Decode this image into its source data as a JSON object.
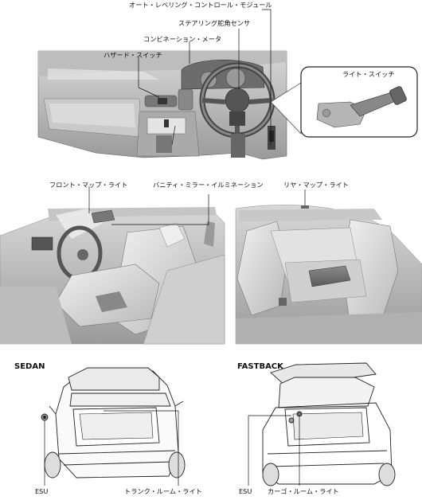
{
  "top_labels": {
    "auto_leveling": "オート・レベリング・コントロール・モジュール",
    "steering_sensor": "ステアリング舵角センサ",
    "combination_meter": "コンビネーション・メータ",
    "hazard_switch": "ハザード・スイッチ",
    "light_switch": "ライト・スイッチ"
  },
  "middle_labels": {
    "front_map_light": "フロント・マップ・ライト",
    "vanity_mirror": "バニティ・ミラー・イルミネーション",
    "rear_map_light": "リヤ・マップ・ライト"
  },
  "sedan": {
    "title": "SEDAN",
    "esu": "ESU",
    "room_light": "トランク・ルーム・ライト"
  },
  "fastback": {
    "title": "FASTBACK",
    "esu": "ESU",
    "room_light": "カーゴ・ルーム・ライト"
  }
}
